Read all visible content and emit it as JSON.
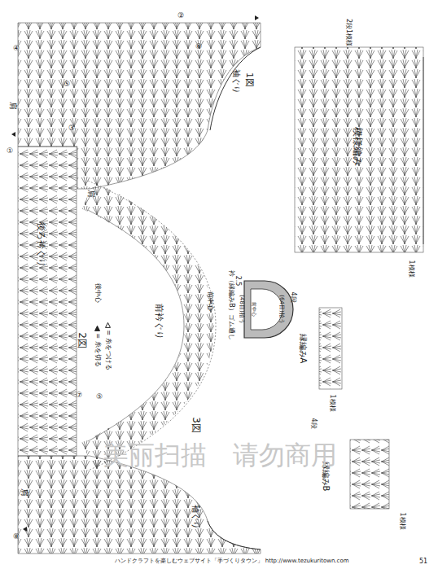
{
  "diagram": {
    "labels": [
      "肩",
      "肩",
      "肩",
      "1図",
      "袖ぐり",
      "後ろ衿ぐり",
      "後中心",
      "2図",
      "前衿ぐり",
      "前中心",
      "3図",
      "袖ぐり",
      "衿（縁編みB）ゴム通し",
      "2.5",
      "(48目)拾う",
      "(64目)拾う",
      "前中心",
      "模様編み",
      "2段1模様",
      "1模様",
      "縁編みA",
      "4段",
      "1模様",
      "縁編みB",
      "4段",
      "1模様",
      "①",
      "②",
      "③",
      "④",
      "⑤",
      "⑥",
      "⑦",
      "⑤",
      "⑧",
      "美丽扫描　请勿商用",
      "ハンドクラフトを楽しむウェブサイト「手づくりタウン」 http://www.tezukuritown.com",
      "51"
    ],
    "legend": [
      {
        "text": "= 糸を切る"
      },
      {
        "text": "= 糸をつける"
      }
    ]
  }
}
